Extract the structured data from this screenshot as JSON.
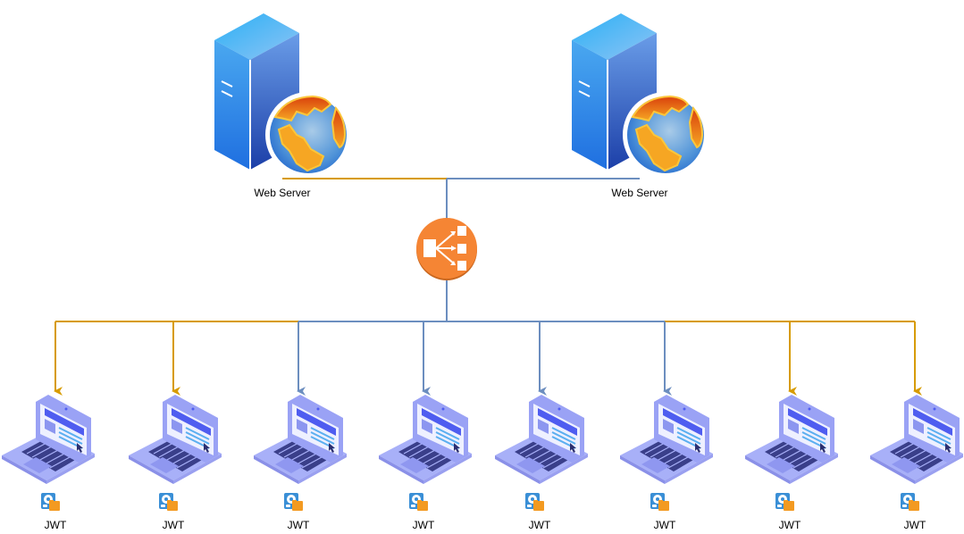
{
  "diagram": {
    "servers": [
      {
        "id": "server-1",
        "label": "Web Server",
        "icon": "web-server-globe-icon"
      },
      {
        "id": "server-2",
        "label": "Web Server",
        "icon": "web-server-globe-icon"
      }
    ],
    "load_balancer": {
      "id": "load-balancer",
      "icon": "load-balancer-icon"
    },
    "clients": [
      {
        "id": "client-1",
        "label": "JWT",
        "link_color": "orange"
      },
      {
        "id": "client-2",
        "label": "JWT",
        "link_color": "orange"
      },
      {
        "id": "client-3",
        "label": "JWT",
        "link_color": "blue"
      },
      {
        "id": "client-4",
        "label": "JWT",
        "link_color": "blue"
      },
      {
        "id": "client-5",
        "label": "JWT",
        "link_color": "blue"
      },
      {
        "id": "client-6",
        "label": "JWT",
        "link_color": "blue"
      },
      {
        "id": "client-7",
        "label": "JWT",
        "link_color": "orange"
      },
      {
        "id": "client-8",
        "label": "JWT",
        "link_color": "orange"
      }
    ],
    "colors": {
      "orange": "#d79b00",
      "blue": "#6c8ebf",
      "lb_fill": "#f58534"
    }
  }
}
